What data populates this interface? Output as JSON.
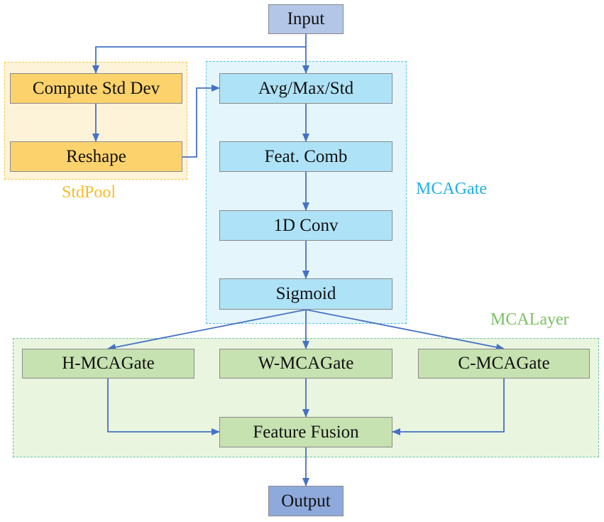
{
  "groups": {
    "stdpool": "StdPool",
    "mcagate": "MCAGate",
    "mcalayer": "MCALayer"
  },
  "nodes": {
    "input": "Input",
    "compute_std_dev": "Compute Std Dev",
    "reshape": "Reshape",
    "avg_max_std": "Avg/Max/Std",
    "feat_comb": "Feat. Comb",
    "conv1d": "1D Conv",
    "sigmoid": "Sigmoid",
    "h_mcagate": "H-MCAGate",
    "w_mcagate": "W-MCAGate",
    "c_mcagate": "C-MCAGate",
    "feature_fusion": "Feature Fusion",
    "output": "Output"
  },
  "colors": {
    "edge": "#4472c4",
    "stdpool": "#f5bd2b",
    "mcagate": "#21aee6",
    "mcalayer": "#7cc262"
  }
}
